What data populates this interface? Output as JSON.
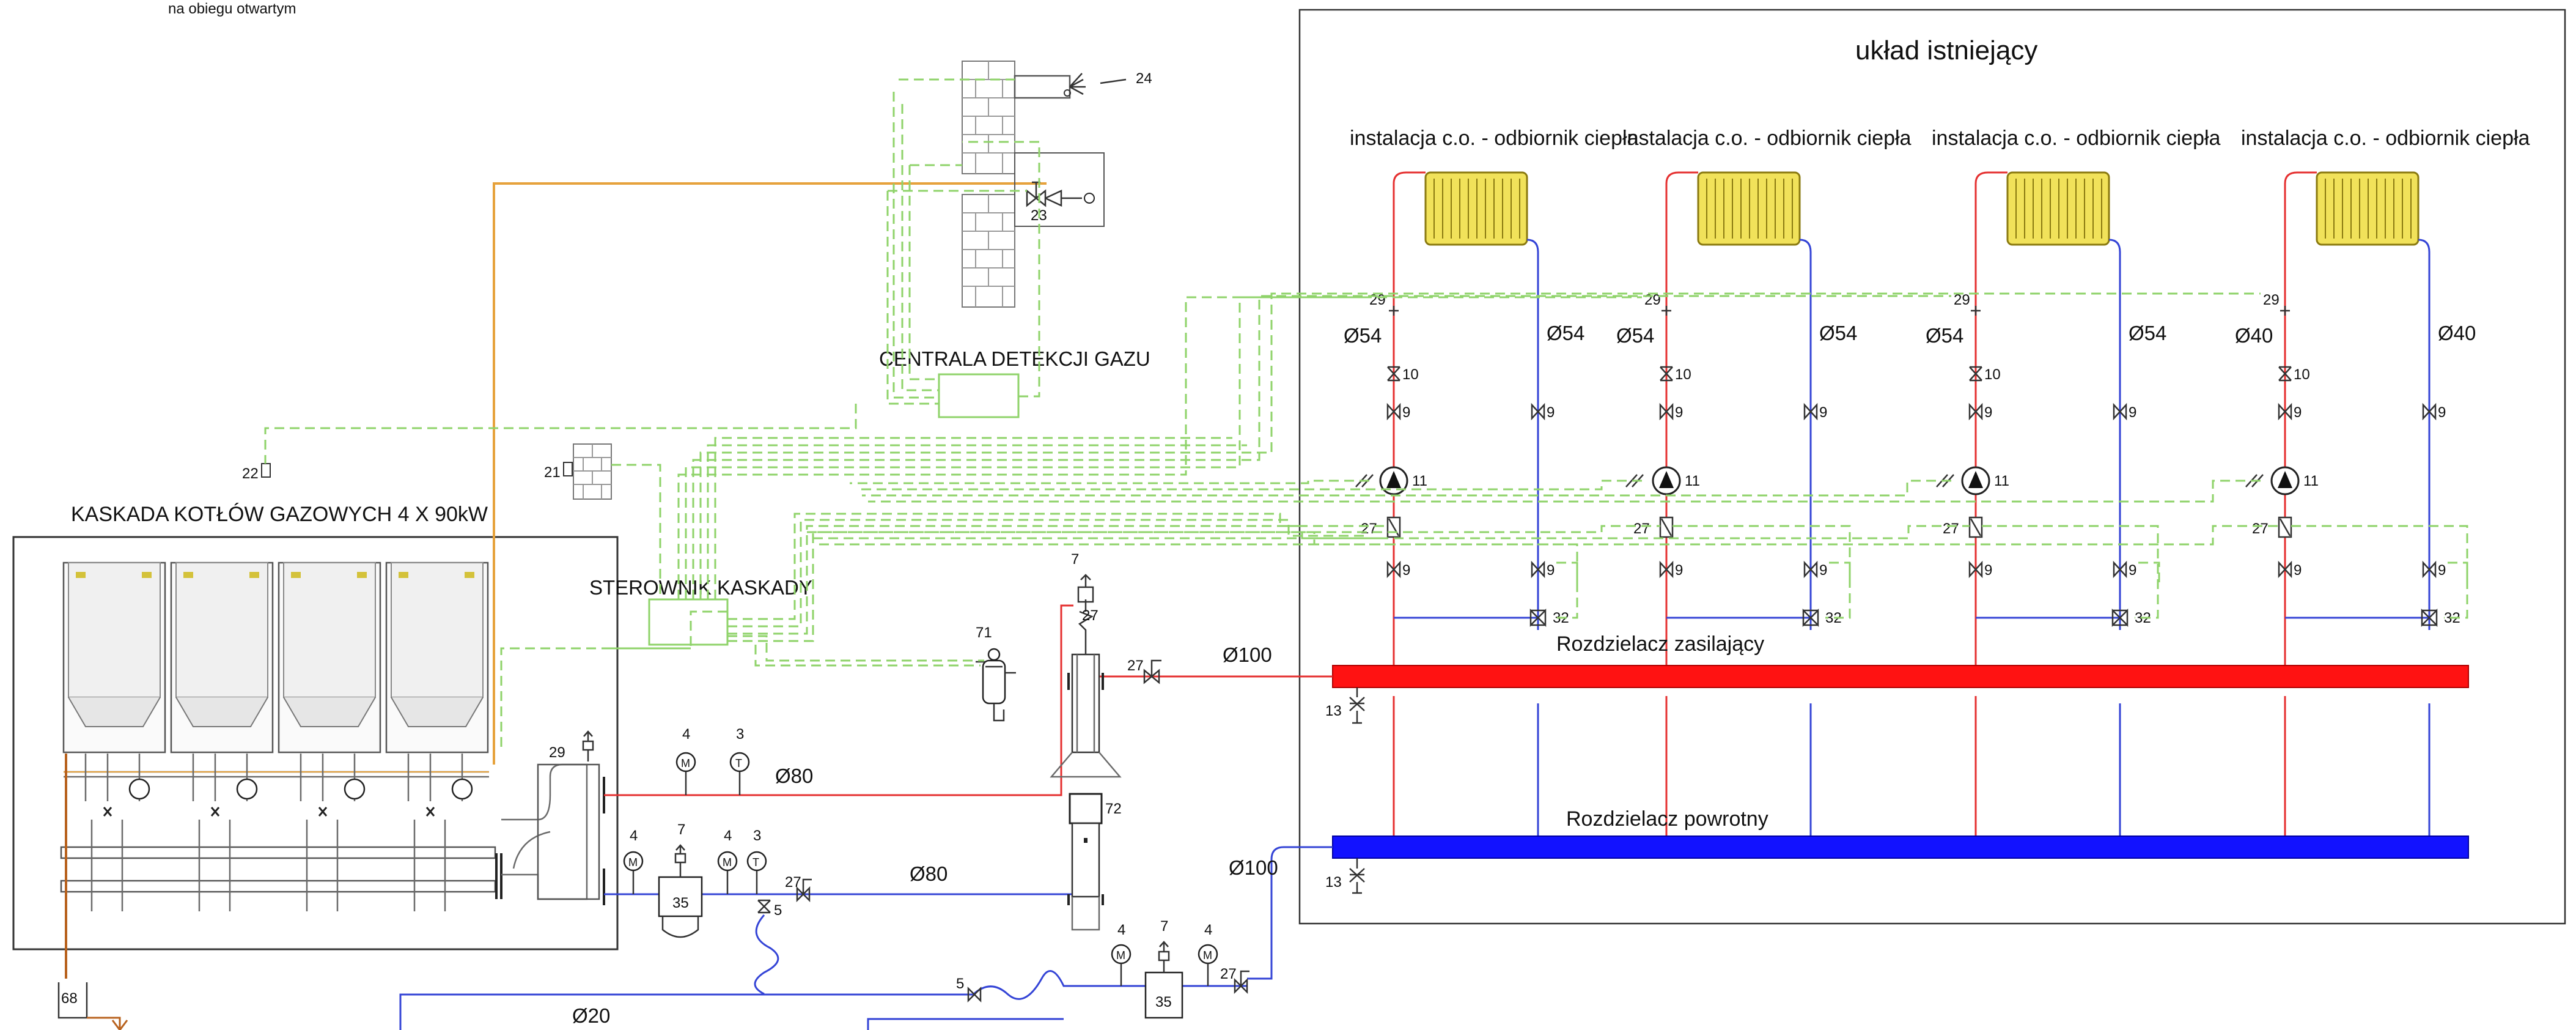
{
  "colors": {
    "supply": "#e53030",
    "return": "#3444d6",
    "signal": "#8fd36a",
    "gas": "#e6a23c",
    "drain": "#b8621e",
    "radiator": "#f1e25a"
  },
  "labels": {
    "top_note": "na obiegu otwartym",
    "existing_system": "układ istniejący",
    "installation_1": "instalacja c.o. - odbiornik ciepła",
    "installation_2": "instalacja c.o. - odbiornik ciepła",
    "installation_3": "instalacja c.o. - odbiornik ciepła",
    "installation_4": "instalacja c.o. - odbiornik ciepła",
    "boiler_cascade": "KASKADA KOTŁÓW GAZOWYCH 4 X 90kW",
    "cascade_controller": "STEROWNIK KASKADY",
    "gas_detection": "CENTRALA DETEKCJI GAZU",
    "supply_manifold": "Rozdzielacz zasilający",
    "return_manifold": "Rozdzielacz powrotny"
  },
  "circuits": [
    {
      "supply_diameter": "Ø54",
      "return_diameter": "Ø54"
    },
    {
      "supply_diameter": "Ø54",
      "return_diameter": "Ø54"
    },
    {
      "supply_diameter": "Ø54",
      "return_diameter": "Ø54"
    },
    {
      "supply_diameter": "Ø40",
      "return_diameter": "Ø40"
    }
  ],
  "pipe_diameters": {
    "main_supply": "Ø100",
    "main_return": "Ø100",
    "boiler_supply": "Ø80",
    "boiler_return": "Ø80",
    "makeup": "Ø20"
  },
  "symbols": {
    "s3": "3",
    "s4": "4",
    "s5": "5",
    "s7": "7",
    "s9": "9",
    "s10": "10",
    "s11": "11",
    "s13": "13",
    "s21": "21",
    "s22": "22",
    "s23": "23",
    "s24": "24",
    "s27": "27",
    "s29": "29",
    "s32": "32",
    "s35": "35",
    "s68": "68",
    "s71": "71",
    "s72": "72",
    "meter_m": "M",
    "meter_t": "T"
  }
}
